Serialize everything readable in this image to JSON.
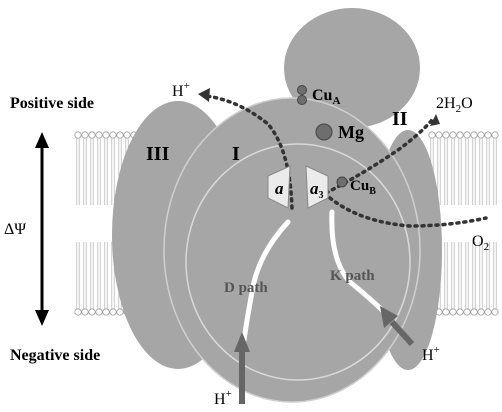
{
  "labels": {
    "positive_side": "Positive side",
    "negative_side": "Negative side",
    "membrane_potential": "ΔΨ",
    "subunit_I": "I",
    "subunit_II": "II",
    "subunit_III": "III",
    "proton_top": "H",
    "proton_top_charge": "+",
    "water_product": "2H",
    "water_sub": "2",
    "water_o": "O",
    "oxygen": "O",
    "oxygen_sub": "2",
    "cu_a": "Cu",
    "cu_a_sub": "A",
    "magnesium": "Mg",
    "cu_b": "Cu",
    "cu_b_sub": "B",
    "heme_a": "a",
    "heme_a3": "a",
    "heme_a3_sub": "3",
    "d_path": "D path",
    "k_path": "K path",
    "proton_bottom": "H",
    "proton_bottom_charge": "+",
    "proton_right": "H",
    "proton_right_charge": "+"
  },
  "colors": {
    "protein": "#a6a6a6",
    "protein_light": "#b5b5b5",
    "outline": "#d9d9d9",
    "arrow": "#666666",
    "dots": "#333333",
    "metal": "#6e6e6e",
    "heme_fill": "#ebebeb"
  }
}
